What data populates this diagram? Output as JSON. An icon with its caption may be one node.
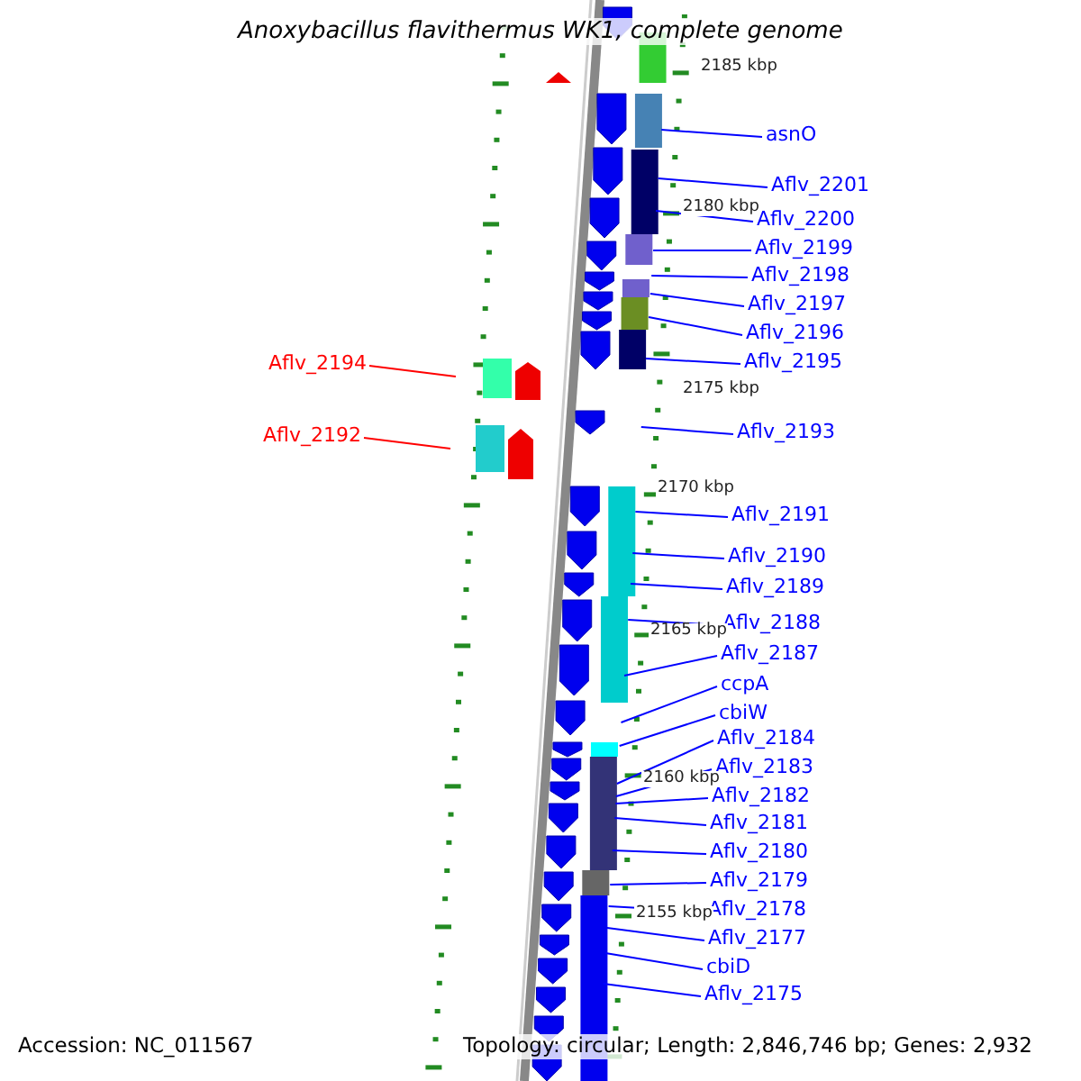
{
  "diagram": {
    "title": "Anoxybacillus flavithermus WK1, complete genome",
    "nodes": [
      {
        "text": [
          "asnO"
        ]
      },
      {
        "text": [
          "Aflv_2201"
        ]
      },
      {
        "text": [
          "Aflv_2200"
        ]
      },
      {
        "text": [
          "Aflv_2199"
        ]
      },
      {
        "text": [
          "Aflv_2198"
        ]
      },
      {
        "text": [
          "Aflv_2197"
        ]
      },
      {
        "text": [
          "Aflv_2196"
        ]
      },
      {
        "text": [
          "Aflv_2195"
        ]
      },
      {
        "text": [
          "Aflv_2194"
        ]
      },
      {
        "text": [
          "Aflv_2193"
        ]
      },
      {
        "text": [
          "Aflv_2192"
        ]
      },
      {
        "text": [
          "Aflv_2191"
        ]
      },
      {
        "text": [
          "Aflv_2190"
        ]
      },
      {
        "text": [
          "Aflv_2189"
        ]
      },
      {
        "text": [
          "Aflv_2188"
        ]
      },
      {
        "text": [
          "Aflv_2187"
        ]
      },
      {
        "text": [
          "ccpA"
        ]
      },
      {
        "text": [
          "cbiW"
        ]
      },
      {
        "text": [
          "Aflv_2184"
        ]
      },
      {
        "text": [
          "Aflv_2183"
        ]
      },
      {
        "text": [
          "Aflv_2182"
        ]
      },
      {
        "text": [
          "Aflv_2181"
        ]
      },
      {
        "text": [
          "Aflv_2180"
        ]
      },
      {
        "text": [
          "Aflv_2179"
        ]
      },
      {
        "text": [
          "Aflv_2178"
        ]
      },
      {
        "text": [
          "Aflv_2177"
        ]
      },
      {
        "text": [
          "cbiD"
        ]
      },
      {
        "text": [
          "Aflv_2175"
        ]
      }
    ],
    "edges": [
      {
        "from": 0,
        "to": null,
        "arrow": "none"
      },
      {
        "from": 1,
        "to": null,
        "arrow": "none"
      },
      {
        "from": 2,
        "to": null,
        "arrow": "none"
      },
      {
        "from": 3,
        "to": null,
        "arrow": "none"
      },
      {
        "from": 4,
        "to": null,
        "arrow": "none"
      },
      {
        "from": 5,
        "to": null,
        "arrow": "none"
      },
      {
        "from": 6,
        "to": null,
        "arrow": "none"
      },
      {
        "from": 7,
        "to": null,
        "arrow": "none"
      },
      {
        "from": 8,
        "to": null,
        "arrow": "none",
        "color": "#ff0000"
      },
      {
        "from": 9,
        "to": null,
        "arrow": "none"
      },
      {
        "from": 10,
        "to": null,
        "arrow": "none",
        "color": "#ff0000"
      },
      {
        "from": 11,
        "to": null,
        "arrow": "none"
      },
      {
        "from": 12,
        "to": null,
        "arrow": "none"
      },
      {
        "from": 13,
        "to": null,
        "arrow": "none"
      },
      {
        "from": 14,
        "to": null,
        "arrow": "none"
      },
      {
        "from": 15,
        "to": null,
        "arrow": "none"
      },
      {
        "from": 16,
        "to": null,
        "arrow": "none"
      },
      {
        "from": 17,
        "to": null,
        "arrow": "none"
      },
      {
        "from": 18,
        "to": null,
        "arrow": "none"
      },
      {
        "from": 19,
        "to": null,
        "arrow": "none"
      },
      {
        "from": 20,
        "to": null,
        "arrow": "none"
      },
      {
        "from": 21,
        "to": null,
        "arrow": "none"
      },
      {
        "from": 22,
        "to": null,
        "arrow": "none"
      },
      {
        "from": 23,
        "to": null,
        "arrow": "none"
      },
      {
        "from": 24,
        "to": null,
        "arrow": "none"
      },
      {
        "from": 25,
        "to": null,
        "arrow": "none"
      },
      {
        "from": 26,
        "to": null,
        "arrow": "none"
      },
      {
        "from": 27,
        "to": null,
        "arrow": "none"
      }
    ],
    "labels": [
      "2185 kbp",
      "2180 kbp",
      "2175 kbp",
      "2170 kbp",
      "2165 kbp",
      "2160 kbp",
      "2155 kbp",
      "Accession: NC_011567",
      "Topology: circular; Length: 2,846,746 bp; Genes: 2,932"
    ]
  }
}
